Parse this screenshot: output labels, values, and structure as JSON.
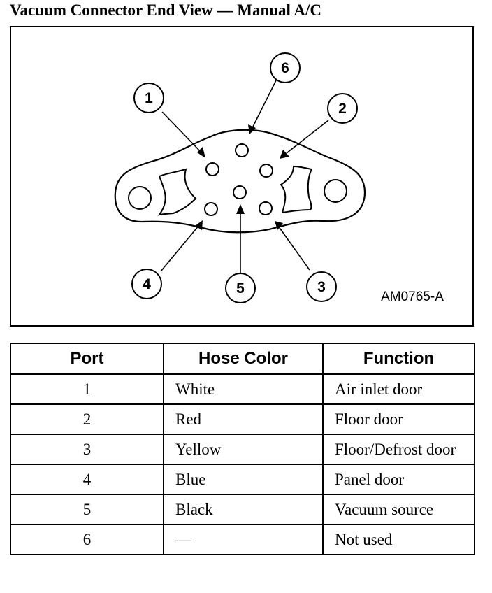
{
  "title": "Vacuum Connector End View — Manual A/C",
  "figure_id": "AM0765-A",
  "port_labels": [
    "1",
    "2",
    "3",
    "4",
    "5",
    "6"
  ],
  "table": {
    "headers": [
      "Port",
      "Hose Color",
      "Function"
    ],
    "rows": [
      {
        "port": "1",
        "color": "White",
        "function": "Air inlet door"
      },
      {
        "port": "2",
        "color": "Red",
        "function": "Floor door"
      },
      {
        "port": "3",
        "color": "Yellow",
        "function": "Floor/Defrost door"
      },
      {
        "port": "4",
        "color": "Blue",
        "function": "Panel door"
      },
      {
        "port": "5",
        "color": "Black",
        "function": "Vacuum source"
      },
      {
        "port": "6",
        "color": "—",
        "function": "Not used"
      }
    ]
  }
}
